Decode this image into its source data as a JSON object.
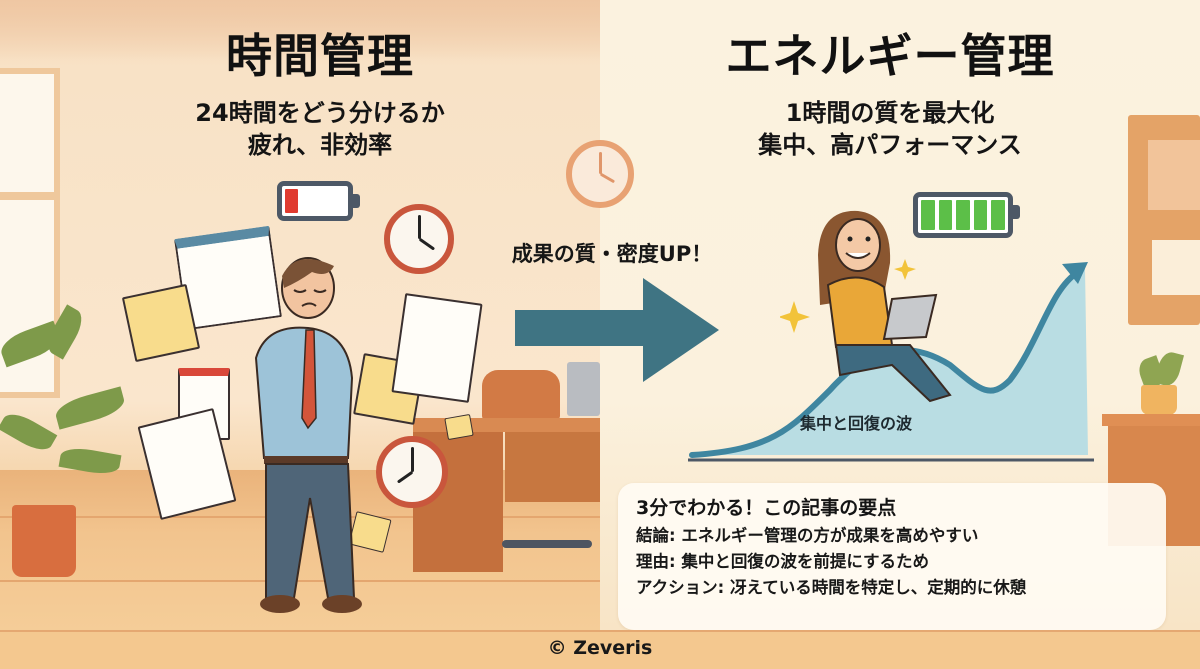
{
  "left_panel": {
    "title": "時間管理",
    "subtitle_line1": "24時間をどう分けるか",
    "subtitle_line2": "疲れ、非効率",
    "battery": {
      "level": "low",
      "cells": 1,
      "color": "#e03a2f"
    },
    "clocks": [
      "clock-4-oclock",
      "clock-4-oclock-lower"
    ],
    "illustration": "tired-man-with-calendar-checklists-clocks"
  },
  "center": {
    "caption": "成果の質・密度UP！",
    "arrow_color": "#3f7483"
  },
  "right_panel": {
    "title": "エネルギー管理",
    "subtitle_line1": "1時間の質を最大化",
    "subtitle_line2": "集中、高パフォーマンス",
    "battery": {
      "level": "full",
      "cells": 5,
      "color": "#5cbf48"
    },
    "wave_label": "集中と回復の波",
    "wave_color": "#3f86a0",
    "wave_fill": "#b9dde3",
    "illustration": "happy-woman-with-laptop-on-wave"
  },
  "summary": {
    "title": "3分でわかる！この記事の要点",
    "lines": [
      "結論: エネルギー管理の方が成果を高めやすい",
      "理由: 集中と回復の波を前提にするため",
      "アクション: 冴えている時間を特定し、定期的に休憩"
    ]
  },
  "footer": {
    "copyright": "© Zeveris"
  }
}
